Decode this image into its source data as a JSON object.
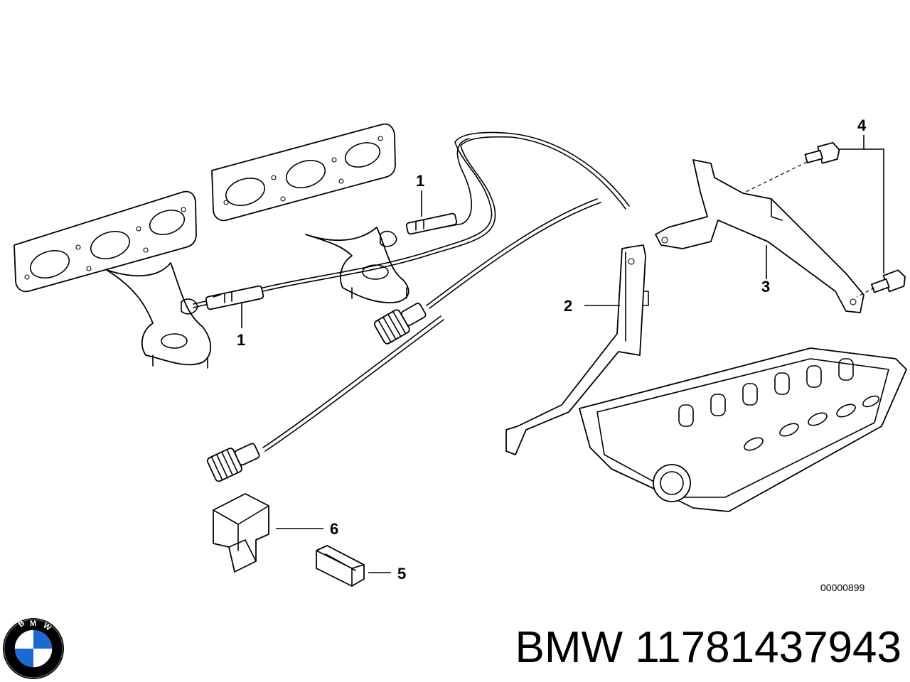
{
  "callouts": [
    "1",
    "1",
    "2",
    "3",
    "4",
    "5",
    "6"
  ],
  "diagram_ref": "00000899",
  "brand": "BMW",
  "part_number": "11781437943",
  "logo": {
    "letters": [
      "B",
      "M",
      "W"
    ],
    "colors": {
      "blue": "#1c69d4",
      "white": "#ffffff",
      "black": "#000000"
    }
  }
}
